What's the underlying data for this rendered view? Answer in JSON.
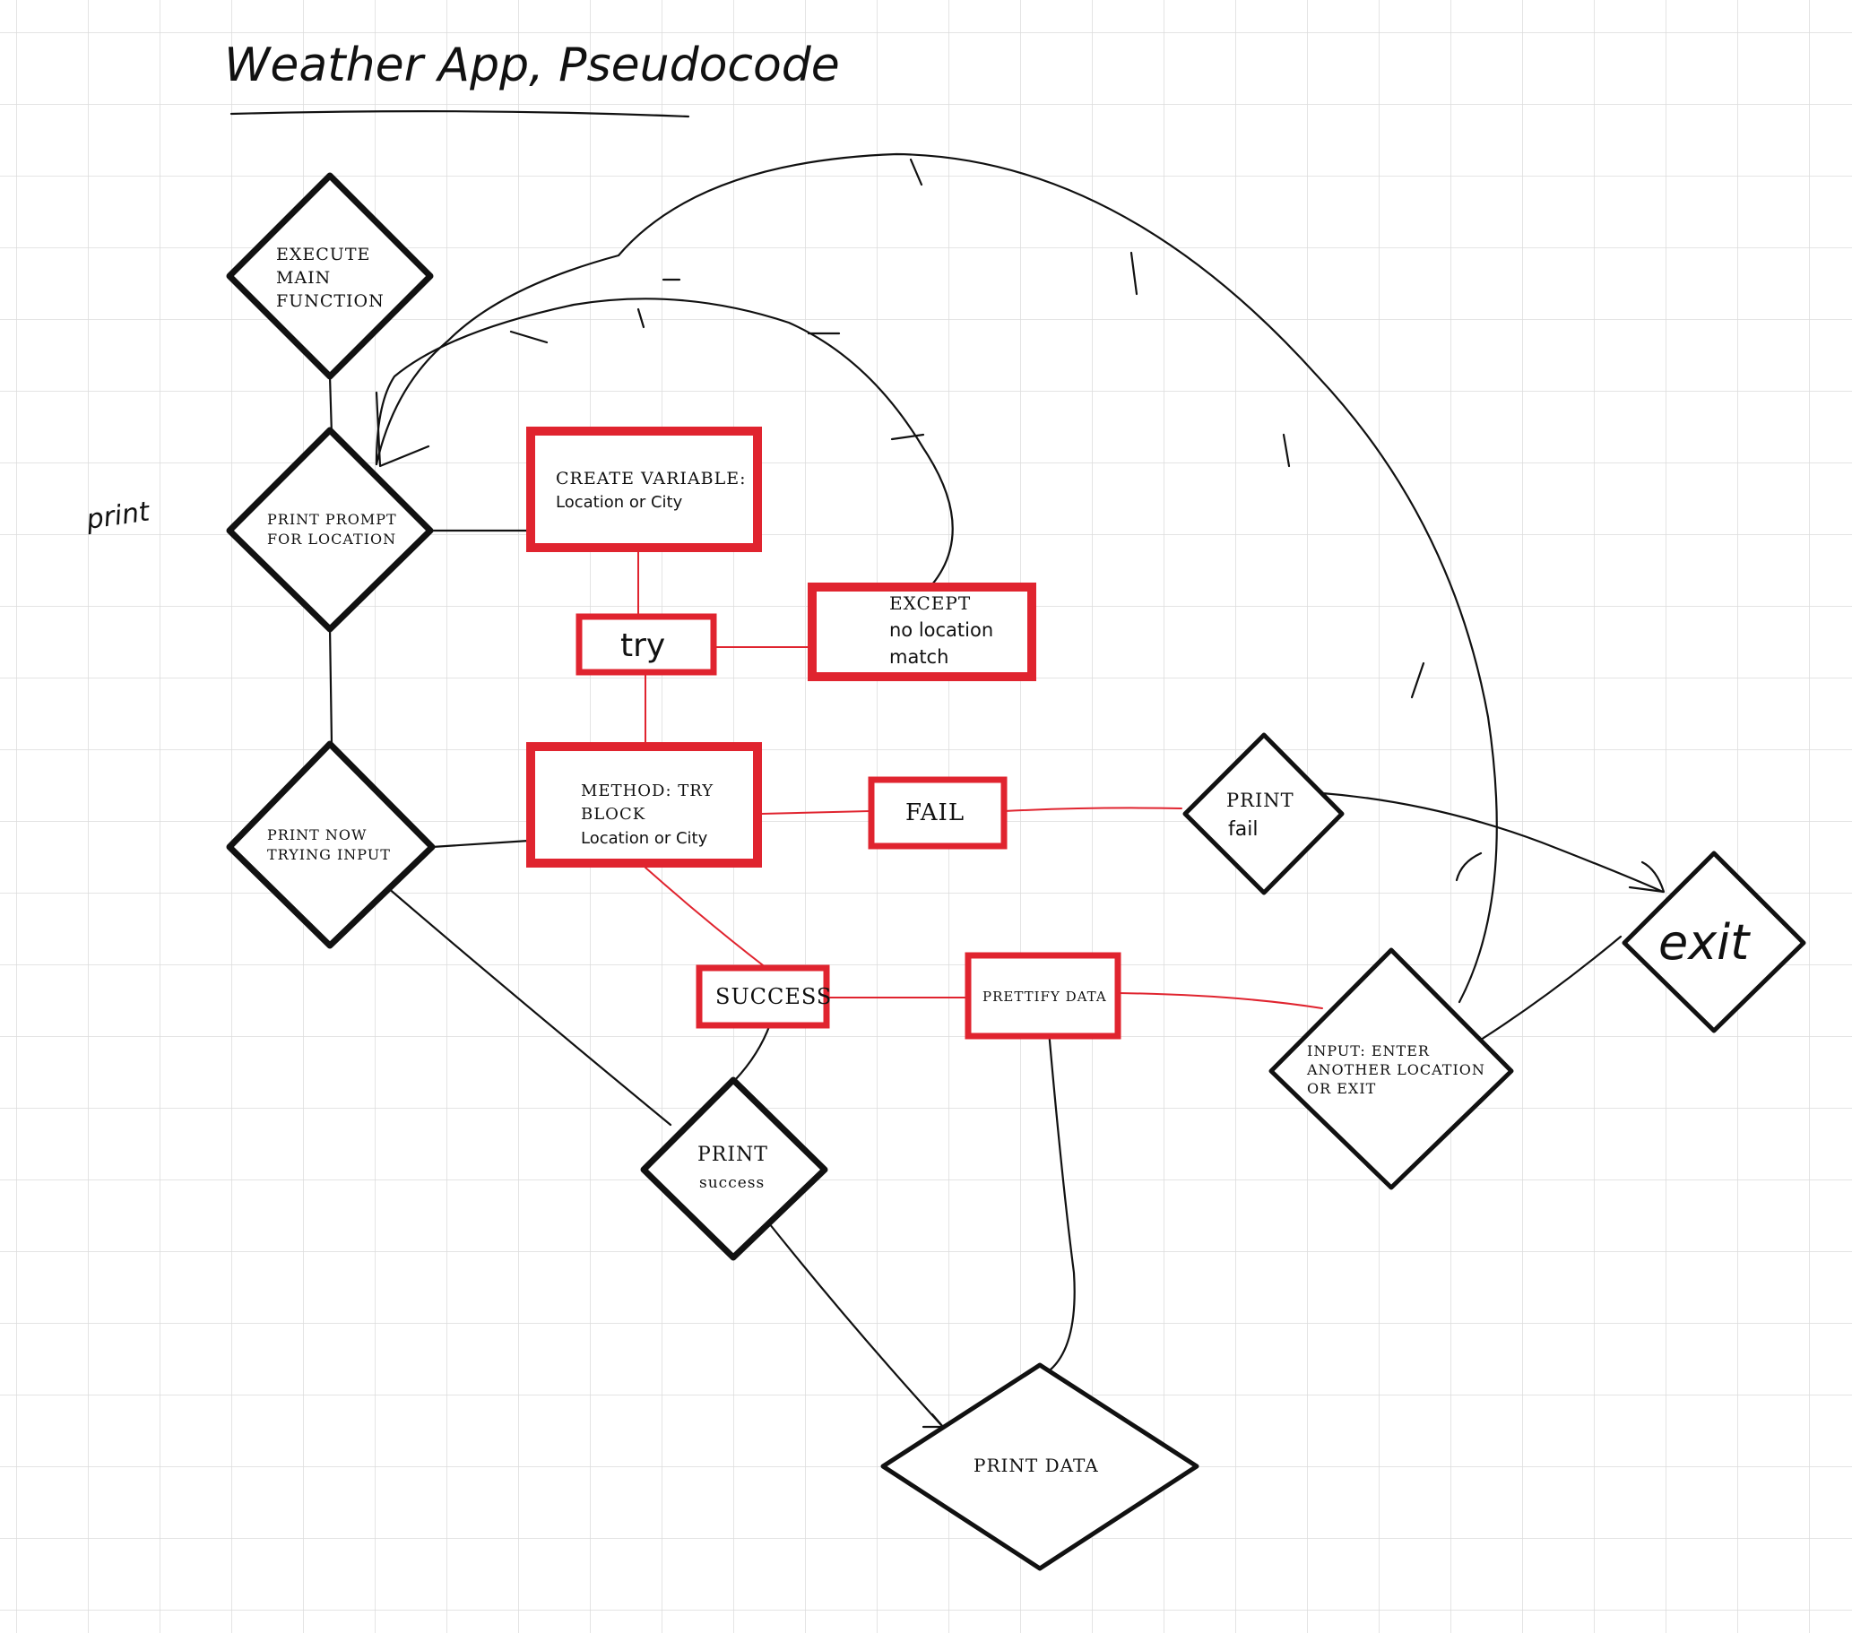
{
  "title": "Weather App, Pseudocode",
  "margin_note": "print",
  "nodes": {
    "execute_main": [
      "EXECUTE",
      "MAIN",
      "FUNCTION"
    ],
    "print_prompt": [
      "PRINT PROMPT",
      "FOR LOCATION"
    ],
    "print_now_trying": [
      "PRINT NOW",
      "TRYING INPUT"
    ],
    "create_variable": [
      "CREATE VARIABLE:",
      "Location or City"
    ],
    "try": "try",
    "except": [
      "EXCEPT",
      "no location",
      "match"
    ],
    "method_try": [
      "METHOD: TRY",
      "BLOCK",
      "Location or City"
    ],
    "fail": "FAIL",
    "print_fail": [
      "PRINT",
      "fail"
    ],
    "exit": "exit",
    "success": "SUCCESS",
    "prettify": "PRETTIFY DATA",
    "input_enter": [
      "INPUT: ENTER",
      "ANOTHER LOCATION",
      "OR EXIT"
    ],
    "print_success": [
      "PRINT",
      "success"
    ],
    "print_data": "PRINT DATA"
  },
  "colors": {
    "grid": "#dcdcdc",
    "ink": "#111111",
    "accent_red": "#e0242f",
    "background": "#ffffff"
  }
}
